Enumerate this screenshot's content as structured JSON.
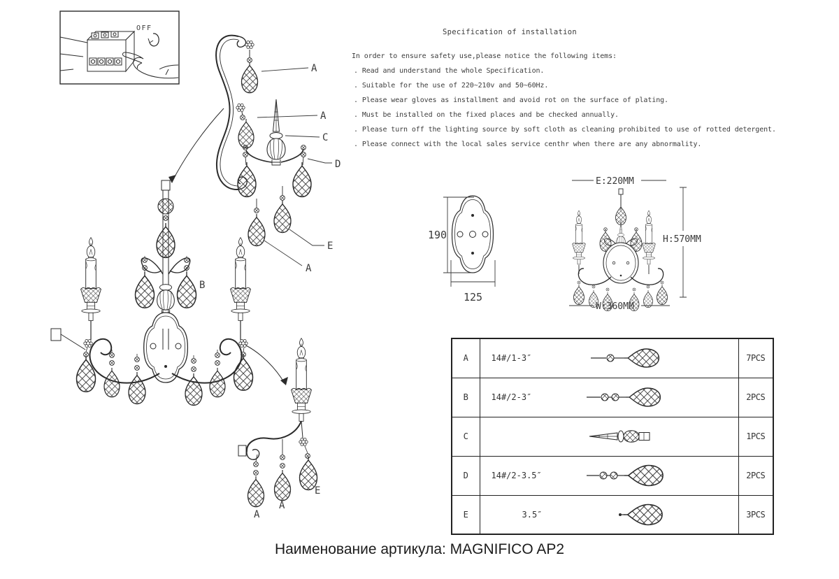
{
  "breaker_diagram": {
    "off_label": "OFF"
  },
  "spec": {
    "title": "Specification of installation",
    "intro": "In order to ensure safety use,please notice the following items:",
    "items": [
      ". Read and understand the whole Specification.",
      ". Suitable for the use of 220~210v and 50~60Hz.",
      ". Please wear gloves as installment and avoid rot on the surface of plating.",
      ". Must be installed on the fixed places and be checked annually.",
      ". Please turn off the lighting source by soft cloth as cleaning prohibited to use of rotted detergent.",
      ". Please connect with the local sales service centhr when there are any abnormality."
    ]
  },
  "drawing_labels": {
    "top_crystal": "A",
    "arm_crystal": "A",
    "finial": "C",
    "bead_chain": "D",
    "mid_e": "E",
    "mid_a": "A",
    "body": "B",
    "det_e": "E",
    "det_a1": "A",
    "det_a2": "A"
  },
  "backplate_figure": {
    "height_label": "190",
    "width_label": "125"
  },
  "front_view_figure": {
    "e_dim": "E:220MM",
    "h_dim": "H:570MM",
    "w_dim": "W:360MM"
  },
  "parts_table": {
    "rows": [
      {
        "part": "A",
        "size": "14#/1-3″",
        "icon": "pendant-crystal-1-bead",
        "qty": "7PCS"
      },
      {
        "part": "B",
        "size": "14#/2-3″",
        "icon": "pendant-crystal-2-bead",
        "qty": "2PCS"
      },
      {
        "part": "C",
        "size": "",
        "icon": "finial-spike",
        "qty": "1PCS"
      },
      {
        "part": "D",
        "size": "14#/2-3.5″",
        "icon": "pendant-crystal-2-bead-large",
        "qty": "2PCS"
      },
      {
        "part": "E",
        "size": "3.5″",
        "icon": "pendant-crystal-plain",
        "qty": "3PCS"
      }
    ]
  },
  "caption": "Наименование артикула: MAGNIFICO AP2",
  "line_color": "#2b2b2b"
}
